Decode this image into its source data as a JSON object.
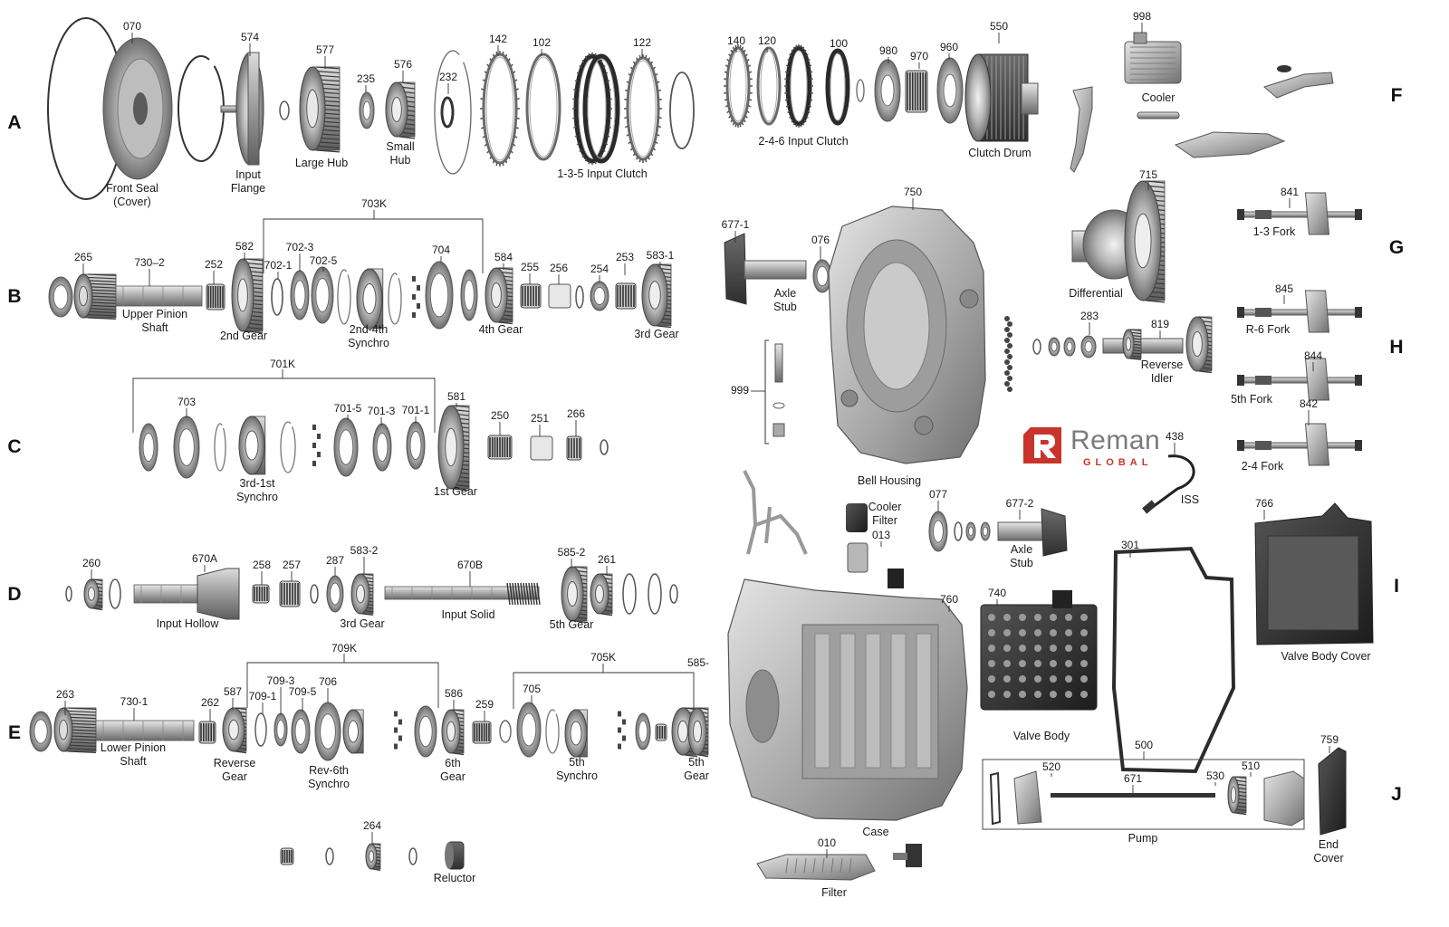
{
  "rows": [
    "A",
    "B",
    "C",
    "D",
    "E",
    "F",
    "G",
    "H",
    "I",
    "J"
  ],
  "callouts": [
    "070",
    "574",
    "577",
    "235",
    "576",
    "232",
    "142",
    "102",
    "122",
    "140",
    "120",
    "100",
    "980",
    "970",
    "960",
    "550",
    "998",
    "703K",
    "265",
    "730–2",
    "582",
    "252",
    "702-3",
    "702-1",
    "702-5",
    "704",
    "584",
    "255",
    "256",
    "254",
    "253",
    "583-1",
    "701K",
    "703",
    "701-5",
    "701-3",
    "701-1",
    "581",
    "250",
    "251",
    "266",
    "260",
    "670A",
    "258",
    "257",
    "287",
    "583-2",
    "670B",
    "585-2",
    "261",
    "709K",
    "705K",
    "263",
    "730-1",
    "262",
    "587",
    "709-3",
    "709-1",
    "709-5",
    "706",
    "586",
    "259",
    "705",
    "585-",
    "264",
    "677-1",
    "076",
    "750",
    "715",
    "999",
    "841",
    "845",
    "283",
    "819",
    "844",
    "842",
    "438",
    "077",
    "677-2",
    "013",
    "760",
    "740",
    "301",
    "766",
    "500",
    "520",
    "671",
    "530",
    "510",
    "759",
    "010"
  ],
  "captions": [
    "Front Seal\n(Cover)",
    "Input\nFlange",
    "Large Hub",
    "Small\nHub",
    "1-3-5 Input Clutch",
    "2-4-6 Input Clutch",
    "Clutch Drum",
    "Cooler",
    "Upper Pinion\nShaft",
    "2nd Gear",
    "2nd-4th\nSynchro",
    "4th Gear",
    "3rd Gear",
    "3rd-1st\nSynchro",
    "1st Gear",
    "Input Hollow",
    "3rd Gear",
    "Input Solid",
    "5th Gear",
    "Lower Pinion\nShaft",
    "Reverse\nGear",
    "Rev-6th\nSynchro",
    "6th\nGear",
    "5th\nSynchro",
    "5th\nGear",
    "Reluctor",
    "Axle\nStub",
    "Bell Housing",
    "Differential",
    "1-3 Fork",
    "R-6 Fork",
    "5th Fork",
    "2-4 Fork",
    "Reverse\nIdler",
    "ISS",
    "Cooler\nFilter",
    "Axle\nStub",
    "Valve Body",
    "Valve Body Cover",
    "Case",
    "Pump",
    "End\nCover",
    "Filter"
  ],
  "logo": {
    "name": "Reman",
    "sub": "GLOBAL",
    "mark_color": "#c8342b"
  }
}
